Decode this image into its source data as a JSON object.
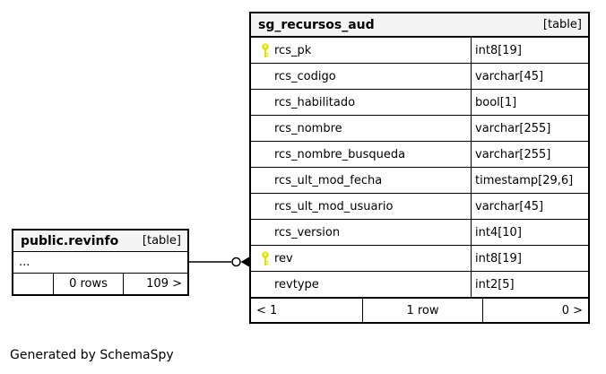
{
  "colors": {
    "bg": "#ffffff",
    "border": "#000000",
    "header_bg": "#f4f4f4",
    "key_icon": "#e3e500"
  },
  "icons": {
    "primary_key": "key-icon",
    "relationship_end": "circle-icon + arrowhead-icon"
  },
  "main_table": {
    "title": "sg_recursos_aud",
    "badge": "[table]",
    "columns": [
      {
        "name": "rcs_pk",
        "type": "int8[19]",
        "key": true
      },
      {
        "name": "rcs_codigo",
        "type": "varchar[45]",
        "key": false
      },
      {
        "name": "rcs_habilitado",
        "type": "bool[1]",
        "key": false
      },
      {
        "name": "rcs_nombre",
        "type": "varchar[255]",
        "key": false
      },
      {
        "name": "rcs_nombre_busqueda",
        "type": "varchar[255]",
        "key": false
      },
      {
        "name": "rcs_ult_mod_fecha",
        "type": "timestamp[29,6]",
        "key": false
      },
      {
        "name": "rcs_ult_mod_usuario",
        "type": "varchar[45]",
        "key": false
      },
      {
        "name": "rcs_version",
        "type": "int4[10]",
        "key": false
      },
      {
        "name": "rev",
        "type": "int8[19]",
        "key": true
      },
      {
        "name": "revtype",
        "type": "int2[5]",
        "key": false
      }
    ],
    "footer": {
      "left": "< 1",
      "center": "1 row",
      "right": "0 >"
    }
  },
  "related_table": {
    "title": "public.revinfo",
    "badge": "[table]",
    "collapsed_columns": "...",
    "footer": {
      "left": "",
      "center": "0 rows",
      "right": "109 >"
    }
  },
  "credit": "Generated by SchemaSpy"
}
